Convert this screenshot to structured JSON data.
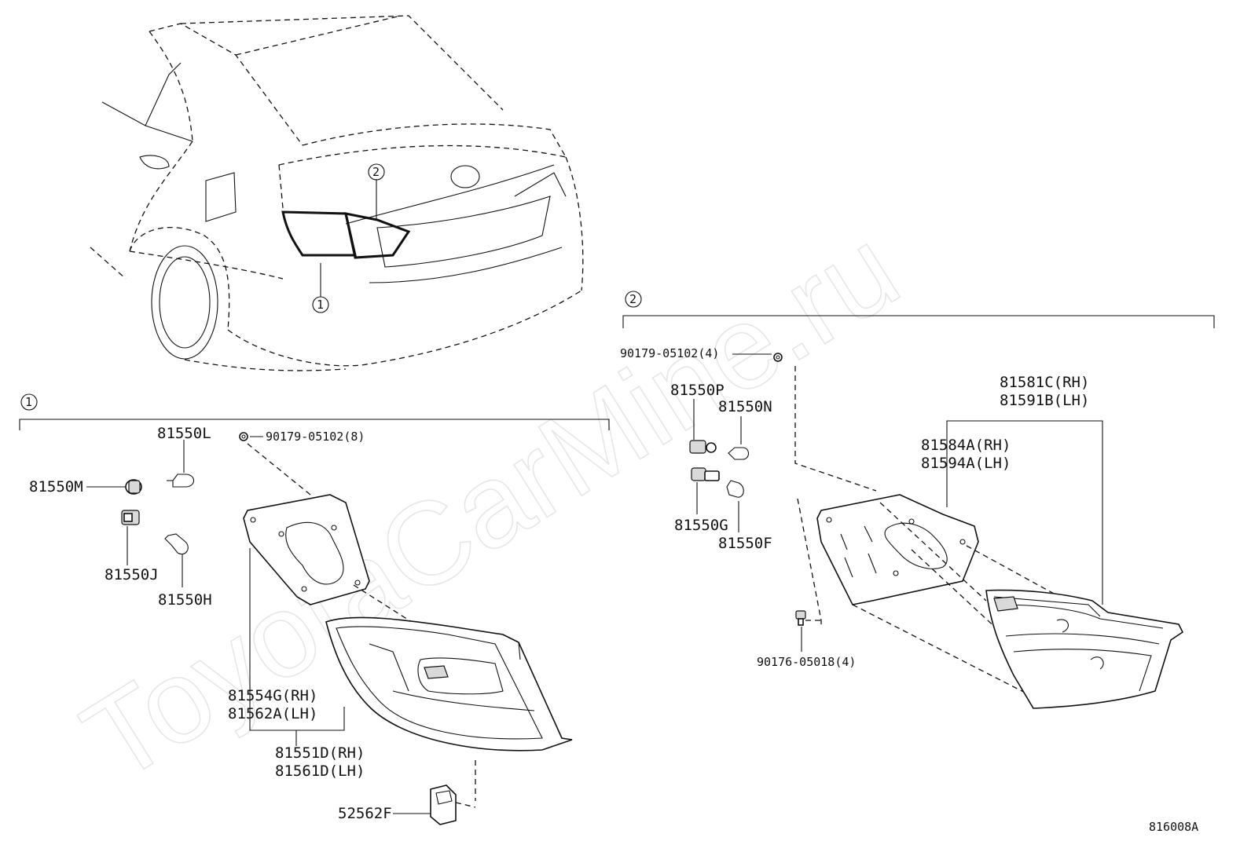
{
  "watermark": "ToyotaCarMine.ru",
  "diagram_code": "816008A",
  "callouts": {
    "one": "1",
    "two": "2"
  },
  "section1": {
    "parts": {
      "bulb_l": "81550L",
      "socket_m": "81550M",
      "socket_j": "81550J",
      "bulb_h": "81550H",
      "screw_top": "90179-05102(8)",
      "gasket_rh": "81554G(RH)",
      "gasket_lh": "81562A(LH)",
      "lens_rh": "81551D(RH)",
      "lens_lh": "81561D(LH)",
      "clip": "52562F"
    }
  },
  "section2": {
    "parts": {
      "screw_top": "90179-05102(4)",
      "socket_p": "81550P",
      "bulb_n": "81550N",
      "socket_g": "81550G",
      "bulb_f": "81550F",
      "lamp_rh": "81581C(RH)",
      "lamp_lh": "81591B(LH)",
      "gasket_rh": "81584A(RH)",
      "gasket_lh": "81594A(LH)",
      "screw_bottom": "90176-05018(4)"
    }
  }
}
